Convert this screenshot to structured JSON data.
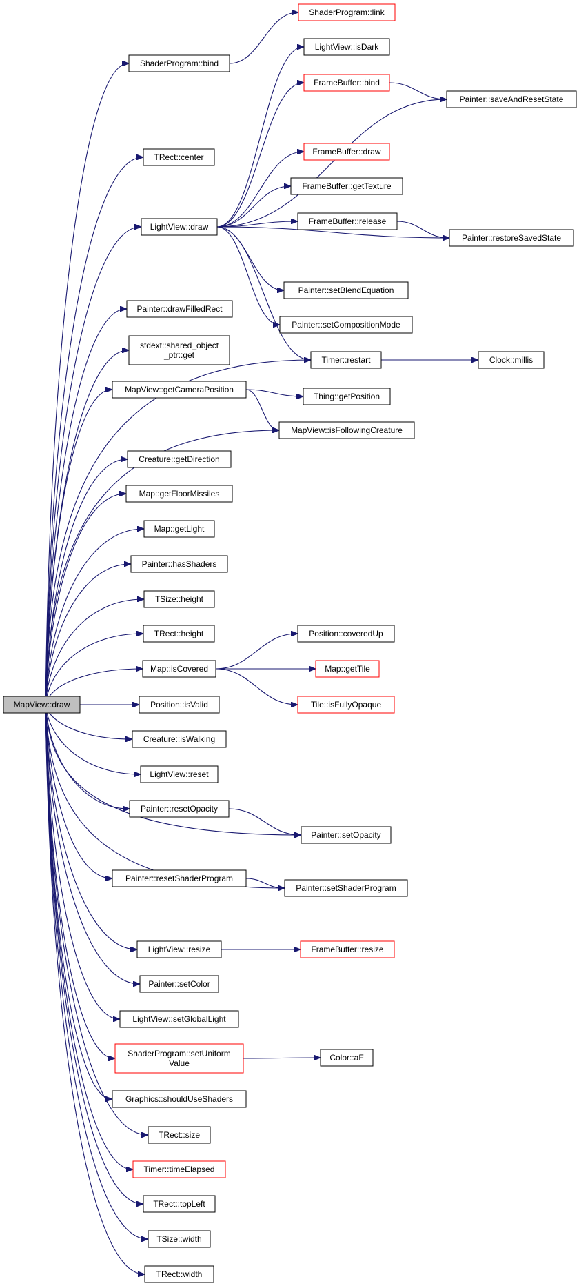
{
  "colors": {
    "edge": "#191970",
    "node_border": "#000000",
    "node_border_highlight": "#ff0000",
    "root_fill": "#bfbfbf",
    "background": "#ffffff"
  },
  "nodes": [
    {
      "id": "root",
      "lines": [
        "MapView::draw"
      ],
      "kind": "root"
    },
    {
      "id": "sp_bind",
      "lines": [
        "ShaderProgram::bind"
      ]
    },
    {
      "id": "sp_link",
      "lines": [
        "ShaderProgram::link"
      ],
      "kind": "red"
    },
    {
      "id": "trect_center",
      "lines": [
        "TRect::center"
      ]
    },
    {
      "id": "lv_draw",
      "lines": [
        "LightView::draw"
      ]
    },
    {
      "id": "lv_isdark",
      "lines": [
        "LightView::isDark"
      ]
    },
    {
      "id": "fb_bind",
      "lines": [
        "FrameBuffer::bind"
      ],
      "kind": "red"
    },
    {
      "id": "p_save",
      "lines": [
        "Painter::saveAndResetState"
      ]
    },
    {
      "id": "fb_draw",
      "lines": [
        "FrameBuffer::draw"
      ],
      "kind": "red"
    },
    {
      "id": "fb_gettex",
      "lines": [
        "FrameBuffer::getTexture"
      ]
    },
    {
      "id": "fb_release",
      "lines": [
        "FrameBuffer::release"
      ]
    },
    {
      "id": "p_restore",
      "lines": [
        "Painter::restoreSavedState"
      ]
    },
    {
      "id": "p_blend",
      "lines": [
        "Painter::setBlendEquation"
      ]
    },
    {
      "id": "p_comp",
      "lines": [
        "Painter::setCompositionMode"
      ]
    },
    {
      "id": "timer_restart",
      "lines": [
        "Timer::restart"
      ]
    },
    {
      "id": "clock_millis",
      "lines": [
        "Clock::millis"
      ]
    },
    {
      "id": "p_drawfilled",
      "lines": [
        "Painter::drawFilledRect"
      ]
    },
    {
      "id": "shared_get",
      "lines": [
        "stdext::shared_object",
        "_ptr::get"
      ]
    },
    {
      "id": "mv_getcam",
      "lines": [
        "MapView::getCameraPosition"
      ]
    },
    {
      "id": "thing_getpos",
      "lines": [
        "Thing::getPosition"
      ]
    },
    {
      "id": "mv_isfollow",
      "lines": [
        "MapView::isFollowingCreature"
      ]
    },
    {
      "id": "cr_getdir",
      "lines": [
        "Creature::getDirection"
      ]
    },
    {
      "id": "map_floormiss",
      "lines": [
        "Map::getFloorMissiles"
      ]
    },
    {
      "id": "map_getlight",
      "lines": [
        "Map::getLight"
      ]
    },
    {
      "id": "p_hasshaders",
      "lines": [
        "Painter::hasShaders"
      ]
    },
    {
      "id": "tsize_height",
      "lines": [
        "TSize::height"
      ]
    },
    {
      "id": "trect_height",
      "lines": [
        "TRect::height"
      ]
    },
    {
      "id": "map_iscovered",
      "lines": [
        "Map::isCovered"
      ]
    },
    {
      "id": "pos_coveredup",
      "lines": [
        "Position::coveredUp"
      ]
    },
    {
      "id": "map_gettile",
      "lines": [
        "Map::getTile"
      ],
      "kind": "red"
    },
    {
      "id": "tile_opaque",
      "lines": [
        "Tile::isFullyOpaque"
      ],
      "kind": "red"
    },
    {
      "id": "pos_isvalid",
      "lines": [
        "Position::isValid"
      ]
    },
    {
      "id": "cr_iswalking",
      "lines": [
        "Creature::isWalking"
      ]
    },
    {
      "id": "lv_reset",
      "lines": [
        "LightView::reset"
      ]
    },
    {
      "id": "p_resetop",
      "lines": [
        "Painter::resetOpacity"
      ]
    },
    {
      "id": "p_setop",
      "lines": [
        "Painter::setOpacity"
      ]
    },
    {
      "id": "p_resetsp",
      "lines": [
        "Painter::resetShaderProgram"
      ]
    },
    {
      "id": "p_setsp",
      "lines": [
        "Painter::setShaderProgram"
      ]
    },
    {
      "id": "lv_resize",
      "lines": [
        "LightView::resize"
      ]
    },
    {
      "id": "fb_resize",
      "lines": [
        "FrameBuffer::resize"
      ],
      "kind": "red"
    },
    {
      "id": "p_setcolor",
      "lines": [
        "Painter::setColor"
      ]
    },
    {
      "id": "lv_setglobal",
      "lines": [
        "LightView::setGlobalLight"
      ]
    },
    {
      "id": "sp_setuniform",
      "lines": [
        "ShaderProgram::setUniform",
        "Value"
      ],
      "kind": "red"
    },
    {
      "id": "color_af",
      "lines": [
        "Color::aF"
      ]
    },
    {
      "id": "gfx_shaders",
      "lines": [
        "Graphics::shouldUseShaders"
      ]
    },
    {
      "id": "trect_size",
      "lines": [
        "TRect::size"
      ]
    },
    {
      "id": "timer_elapsed",
      "lines": [
        "Timer::timeElapsed"
      ],
      "kind": "red"
    },
    {
      "id": "trect_topleft",
      "lines": [
        "TRect::topLeft"
      ]
    },
    {
      "id": "tsize_width",
      "lines": [
        "TSize::width"
      ]
    },
    {
      "id": "trect_width",
      "lines": [
        "TRect::width"
      ]
    }
  ],
  "edges": [
    [
      "root",
      "sp_bind"
    ],
    [
      "root",
      "trect_center"
    ],
    [
      "root",
      "lv_draw"
    ],
    [
      "root",
      "timer_restart"
    ],
    [
      "root",
      "p_drawfilled"
    ],
    [
      "root",
      "shared_get"
    ],
    [
      "root",
      "mv_getcam"
    ],
    [
      "root",
      "mv_isfollow"
    ],
    [
      "root",
      "cr_getdir"
    ],
    [
      "root",
      "map_floormiss"
    ],
    [
      "root",
      "map_getlight"
    ],
    [
      "root",
      "p_hasshaders"
    ],
    [
      "root",
      "tsize_height"
    ],
    [
      "root",
      "trect_height"
    ],
    [
      "root",
      "map_iscovered"
    ],
    [
      "root",
      "pos_isvalid"
    ],
    [
      "root",
      "cr_iswalking"
    ],
    [
      "root",
      "lv_reset"
    ],
    [
      "root",
      "p_resetop"
    ],
    [
      "root",
      "p_setop"
    ],
    [
      "root",
      "p_resetsp"
    ],
    [
      "root",
      "p_setsp"
    ],
    [
      "root",
      "lv_resize"
    ],
    [
      "root",
      "p_setcolor"
    ],
    [
      "root",
      "lv_setglobal"
    ],
    [
      "root",
      "sp_setuniform"
    ],
    [
      "root",
      "gfx_shaders"
    ],
    [
      "root",
      "trect_size"
    ],
    [
      "root",
      "timer_elapsed"
    ],
    [
      "root",
      "trect_topleft"
    ],
    [
      "root",
      "tsize_width"
    ],
    [
      "root",
      "trect_width"
    ],
    [
      "sp_bind",
      "sp_link"
    ],
    [
      "lv_draw",
      "lv_isdark"
    ],
    [
      "lv_draw",
      "fb_bind"
    ],
    [
      "lv_draw",
      "p_save"
    ],
    [
      "lv_draw",
      "fb_draw"
    ],
    [
      "lv_draw",
      "fb_gettex"
    ],
    [
      "lv_draw",
      "fb_release"
    ],
    [
      "lv_draw",
      "p_restore"
    ],
    [
      "lv_draw",
      "p_blend"
    ],
    [
      "lv_draw",
      "p_comp"
    ],
    [
      "lv_draw",
      "timer_restart"
    ],
    [
      "fb_bind",
      "p_save"
    ],
    [
      "fb_release",
      "p_restore"
    ],
    [
      "timer_restart",
      "clock_millis"
    ],
    [
      "mv_getcam",
      "thing_getpos"
    ],
    [
      "mv_getcam",
      "mv_isfollow"
    ],
    [
      "map_iscovered",
      "pos_coveredup"
    ],
    [
      "map_iscovered",
      "map_gettile"
    ],
    [
      "map_iscovered",
      "tile_opaque"
    ],
    [
      "p_resetop",
      "p_setop"
    ],
    [
      "p_resetsp",
      "p_setsp"
    ],
    [
      "lv_resize",
      "fb_resize"
    ],
    [
      "sp_setuniform",
      "color_af"
    ]
  ]
}
